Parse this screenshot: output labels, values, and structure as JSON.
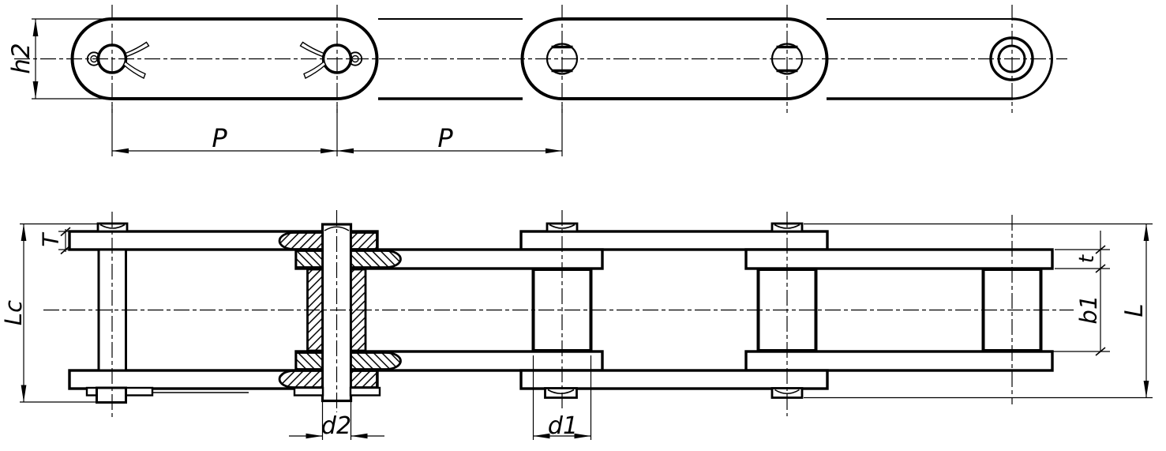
{
  "page": {
    "background": "#ffffff",
    "line_color": "#000000",
    "description": "two-view engineering drawing of a roller chain"
  },
  "top_view": {
    "dim_plate_height": "h2",
    "dim_pitch_left": "P",
    "dim_pitch_right": "P"
  },
  "side_view": {
    "dim_pin_length_over_cotter": "Lc",
    "dim_outer_plate_thickness": "T",
    "dim_pin_diameter": "d2",
    "dim_roller_diameter": "d1",
    "dim_inner_plate_thickness": "t",
    "dim_inner_width": "b1",
    "dim_pin_length": "L"
  }
}
